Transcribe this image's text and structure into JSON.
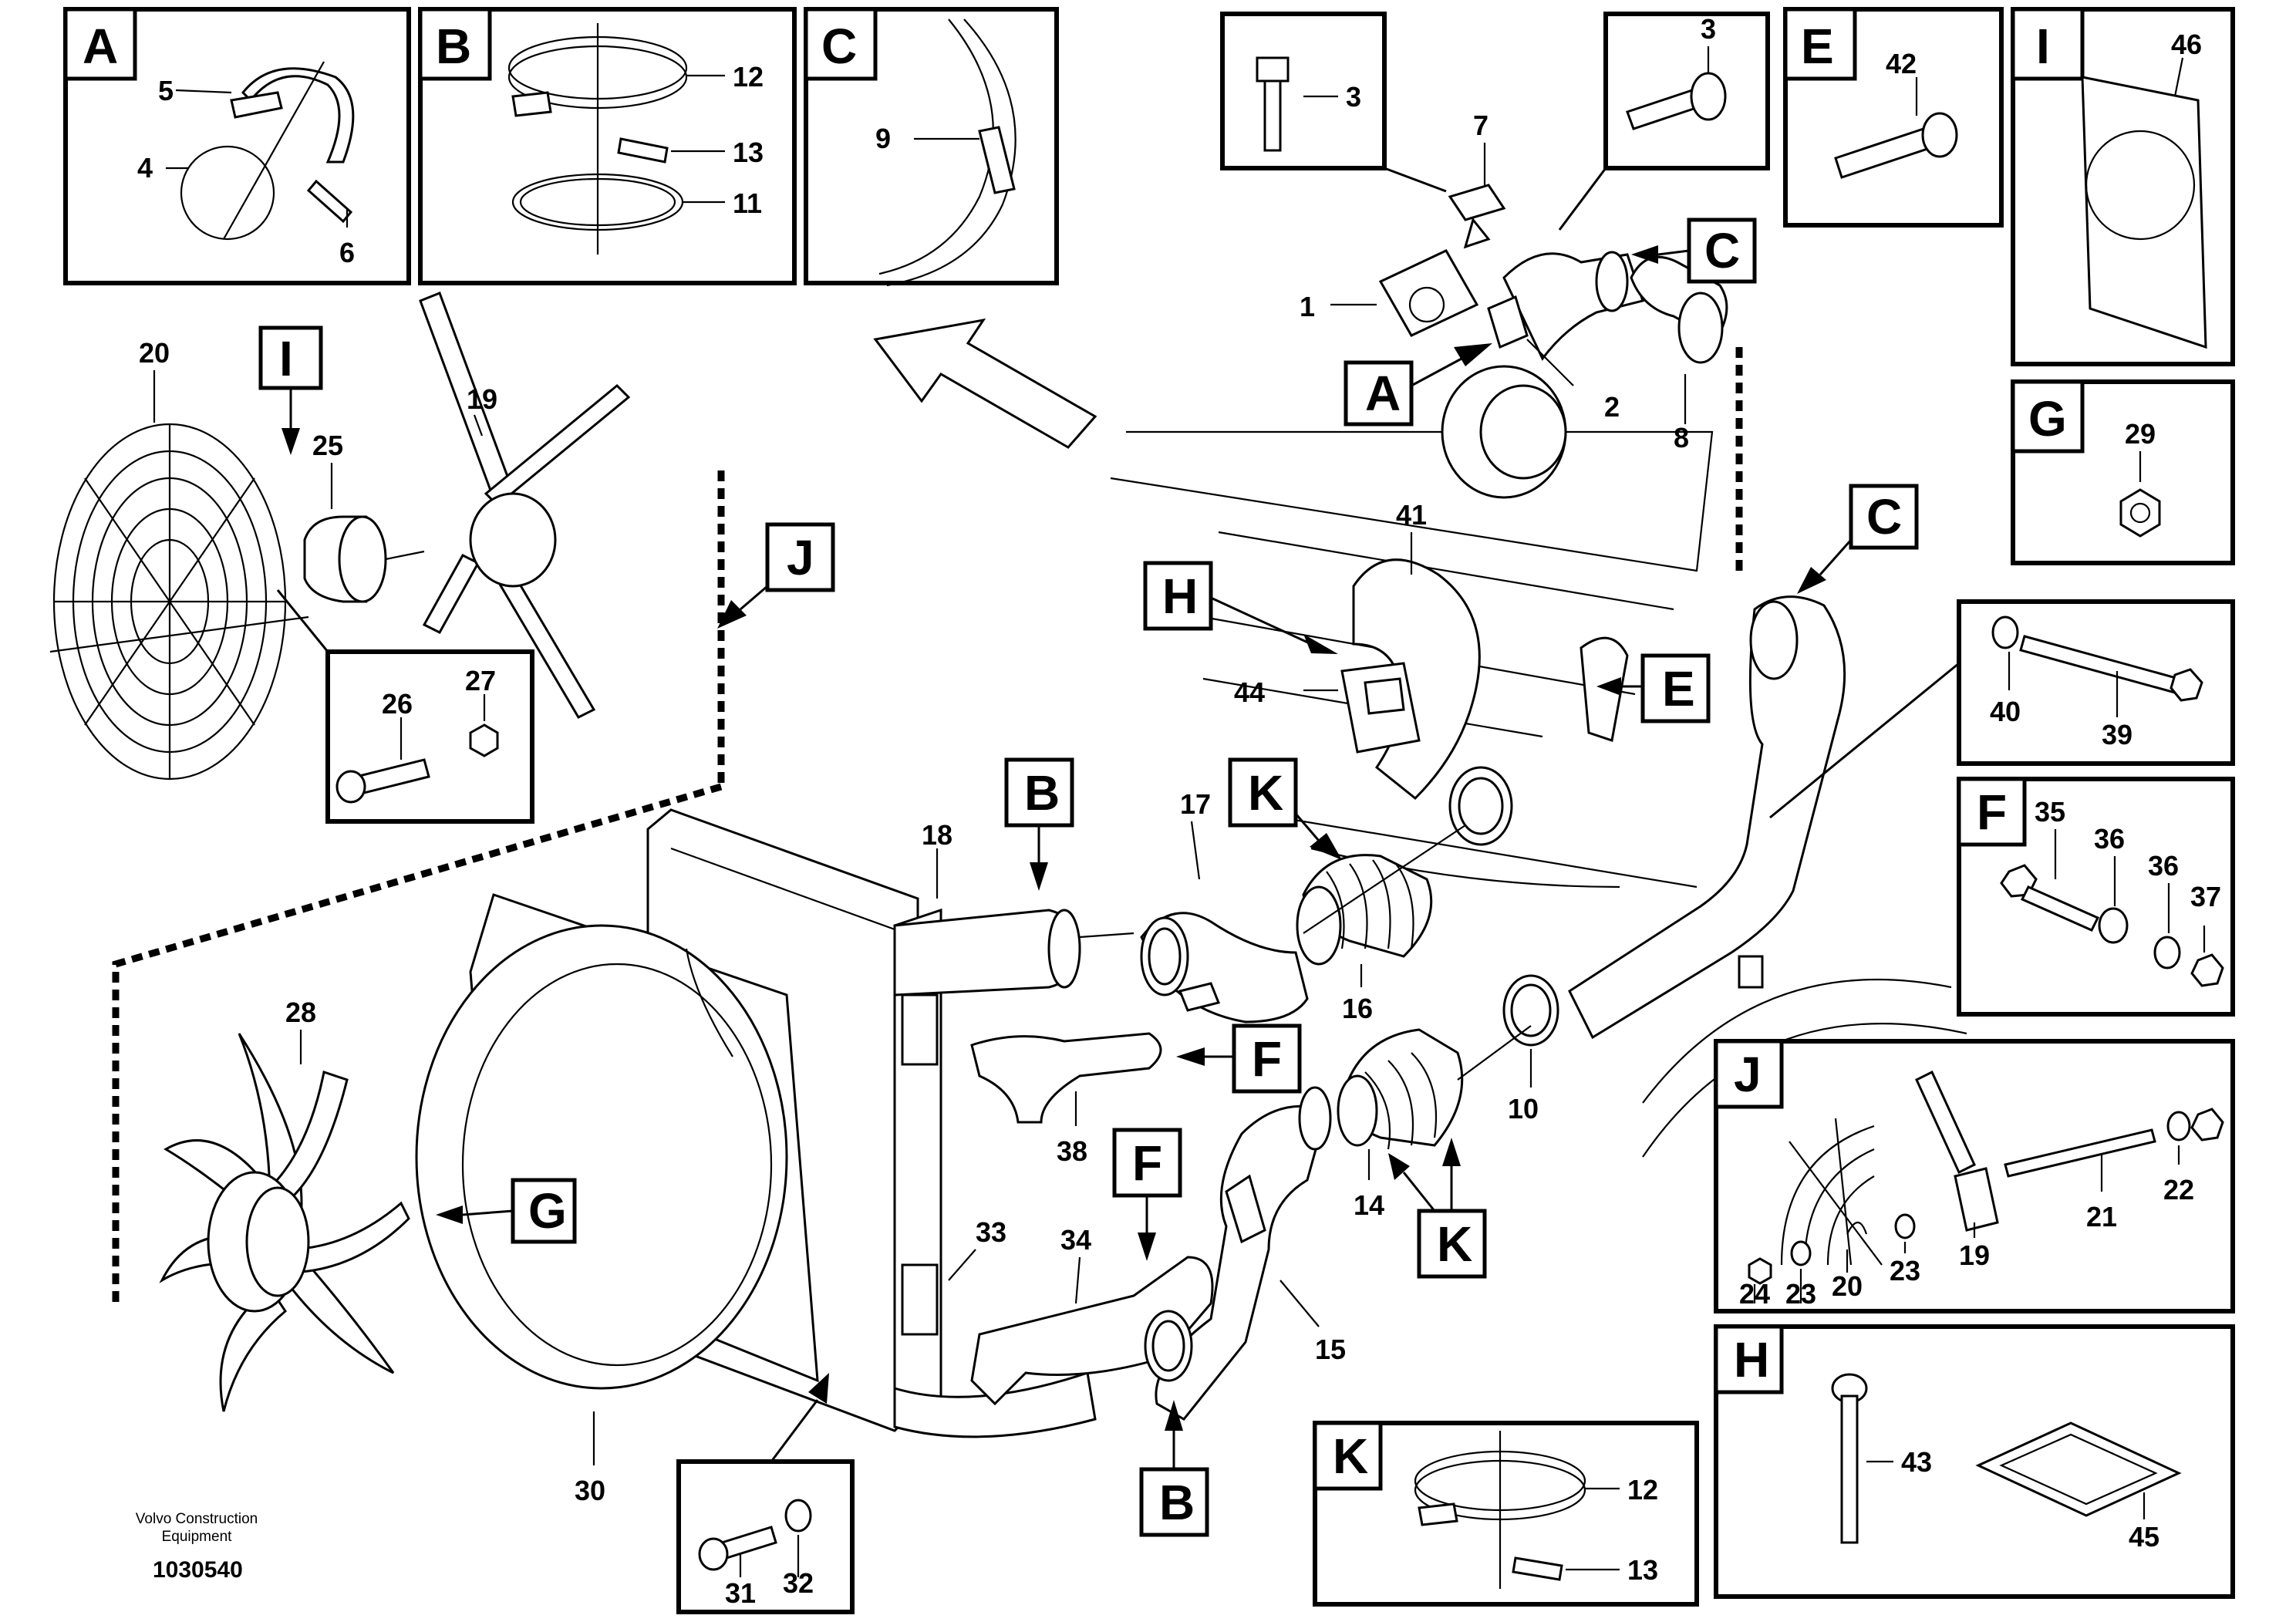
{
  "footer": {
    "brand_line1": "Volvo Construction",
    "brand_line2": "Equipment",
    "drawing_number": "1030540"
  },
  "detail_boxes": {
    "A": "A",
    "B": "B",
    "C": "C",
    "E": "E",
    "I": "I",
    "G": "G",
    "F": "F",
    "J": "J",
    "H": "H",
    "K": "K"
  },
  "callouts": {
    "A_main": "A",
    "B_top": "B",
    "B_bottom": "B",
    "C_top": "C",
    "C_right": "C",
    "E_main": "E",
    "F_upper": "F",
    "F_lower": "F",
    "G_main": "G",
    "H_main": "H",
    "I_main": "I",
    "J_main": "J",
    "K_upper": "K",
    "K_lower": "K"
  },
  "part_numbers": {
    "A_5": "5",
    "A_4": "4",
    "A_6": "6",
    "B_12": "12",
    "B_13": "13",
    "B_11": "11",
    "C_9": "9",
    "d3a": "3",
    "d3b": "3",
    "n7": "7",
    "n1": "1",
    "n2": "2",
    "n8": "8",
    "E_42": "42",
    "I_46": "46",
    "G_29": "29",
    "n20": "20",
    "n19": "19",
    "n25": "25",
    "n26": "26",
    "n27": "27",
    "n41": "41",
    "n44": "44",
    "n40": "40",
    "n39": "39",
    "F_35": "35",
    "F_36a": "36",
    "F_36b": "36",
    "F_37": "37",
    "n18": "18",
    "n17": "17",
    "n16": "16",
    "n28": "28",
    "n10": "10",
    "n38": "38",
    "n14": "14",
    "n33": "33",
    "n34": "34",
    "n15": "15",
    "n30": "30",
    "n31": "31",
    "n32": "32",
    "J_19": "19",
    "J_21": "21",
    "J_22": "22",
    "J_24": "24",
    "J_23a": "23",
    "J_20": "20",
    "J_23b": "23",
    "H_43": "43",
    "H_45": "45",
    "K_12": "12",
    "K_13": "13"
  }
}
